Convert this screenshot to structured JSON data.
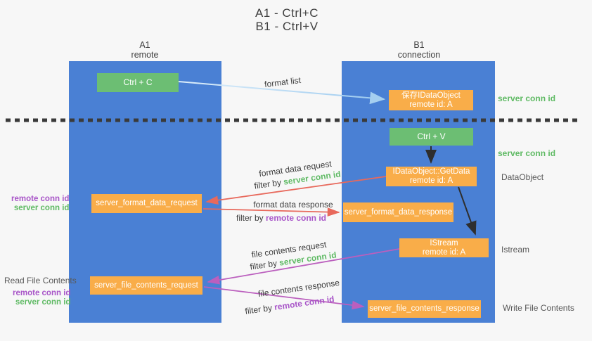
{
  "title": {
    "line1": "A1 - Ctrl+C",
    "line2": "B1 - Ctrl+V"
  },
  "lanes": {
    "left": {
      "name": "A1",
      "subtitle": "remote"
    },
    "right": {
      "name": "B1",
      "subtitle": "connection"
    }
  },
  "nodes": {
    "ctrl_c": {
      "label": "Ctrl + C"
    },
    "ctrl_v": {
      "label": "Ctrl + V"
    },
    "save_idataobject": {
      "line1": "保存IDataObject",
      "line2": "remote id: A"
    },
    "idataobject_getdata": {
      "line1": "IDataObject::GetData",
      "line2": "remote id: A"
    },
    "istream": {
      "line1": "IStream",
      "line2": "remote id: A"
    },
    "server_format_data_request": {
      "label": "server_format_data_request"
    },
    "server_format_data_response": {
      "label": "server_format_data_response"
    },
    "server_file_contents_request": {
      "label": "server_file_contents_request"
    },
    "server_file_contents_response": {
      "label": "server_file_contents_response"
    }
  },
  "arrow_labels": {
    "format_list": "format list",
    "format_data_request": "format data request",
    "format_data_response": "format data response",
    "file_contents_request": "file contents request",
    "file_contents_response": "file contents response",
    "filter_by": "filter by ",
    "server_conn_id": "server conn id",
    "remote_conn_id": "remote conn id"
  },
  "side_labels": {
    "server_conn_id_top": "server conn id",
    "server_conn_id_mid": "server conn id",
    "dataobject": "DataObject",
    "istream": "Istream",
    "read_file_contents": "Read File Contents",
    "write_file_contents": "Write File Contents",
    "remote_conn_id_left_1": "remote conn id",
    "server_conn_id_left_1": "server conn id",
    "remote_conn_id_left_2": "remote conn id",
    "server_conn_id_left_2": "server conn id"
  },
  "colors": {
    "background": "#f7f7f7",
    "lane_blue": "#4a80d4",
    "box_orange": "#f9ad49",
    "box_green": "#6cbe73",
    "arrow_light_blue": "#a5cff0",
    "arrow_red": "#e8695c",
    "arrow_magenta": "#bb5fbe",
    "arrow_black": "#2e2e2e",
    "text_green": "#5fba64",
    "text_purple": "#a855c8",
    "text_gray": "#595959",
    "text_dark": "#3d3d3d",
    "divider": "#3a3a3a"
  }
}
